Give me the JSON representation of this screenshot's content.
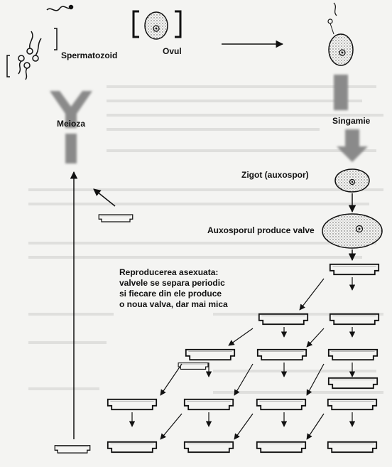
{
  "labels": {
    "spermatozoid": "Spermatozoid",
    "ovul": "Ovul",
    "meioza": "Meioza",
    "singamie": "Singamie",
    "zigot": "Zigot (auxospor)",
    "auxospor_valve": "Auxosporul produce valve"
  },
  "caption": {
    "line1": "Reproducerea asexuata:",
    "line2": "valvele se separa periodic",
    "line3": "si fiecare din ele produce",
    "line4": "o noua valva, dar mai mica"
  },
  "colors": {
    "ink": "#111111",
    "stipple": "#555555",
    "blur": "#9a9a9a",
    "background": "#f4f4f2"
  }
}
